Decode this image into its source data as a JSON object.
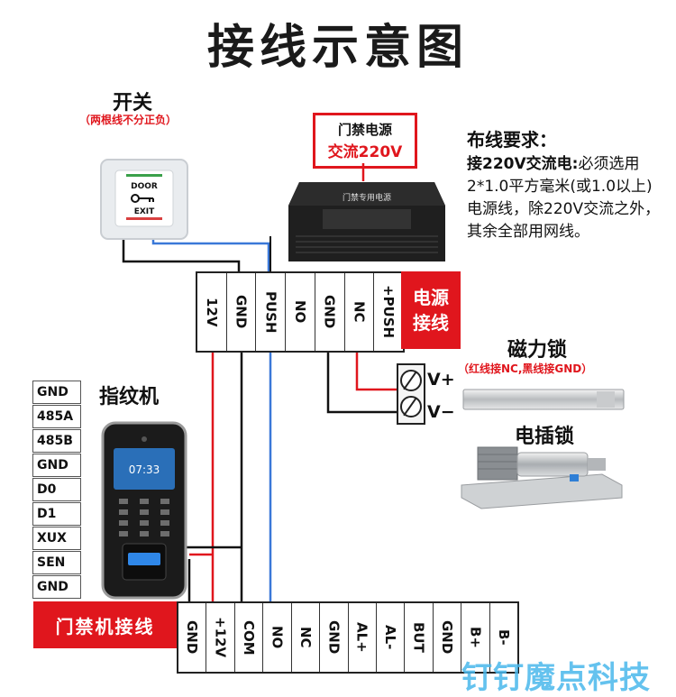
{
  "title": "接线示意图",
  "switch": {
    "label": "开关",
    "note": "（两根线不分正负）",
    "face_top": "DOOR",
    "face_bottom": "EXIT"
  },
  "psu": {
    "box_line1": "门禁电源",
    "box_line2": "交流220V",
    "face_label": "门禁专用电源"
  },
  "requirements": {
    "heading": "布线要求：",
    "bold_prefix": "接220V交流电:",
    "text": "必须选用2*1.0平方毫米(或1.0以上)电源线，除220V交流之外，其余全部用网线。"
  },
  "power_terminal": {
    "pins": [
      "12V",
      "GND",
      "PUSH",
      "NO",
      "GND",
      "NC",
      "+PUSH"
    ],
    "tag_line1": "电源",
    "tag_line2": "接线"
  },
  "fingerprint": {
    "label": "指纹机",
    "pins": [
      "GND",
      "485A",
      "485B",
      "GND",
      "D0",
      "D1",
      "XUX",
      "SEN",
      "GND"
    ],
    "screen_time": "07:33"
  },
  "controller_terminal": {
    "tag": "门禁机接线",
    "pins": [
      "GND",
      "+12V",
      "COM",
      "NO",
      "NC",
      "GND",
      "AL+",
      "AL-",
      "BUT",
      "GND",
      "B+",
      "B-"
    ]
  },
  "magnetic_lock": {
    "label": "磁力锁",
    "note": "（红线接NC,黑线接GND）",
    "v_plus": "V+",
    "v_minus": "V−"
  },
  "electric_bolt": {
    "label": "电插锁"
  },
  "watermark": "钉钉魔点科技",
  "colors": {
    "accent_red": "#e0161d",
    "wire_blue": "#3a78d8",
    "wire_black": "#111111",
    "wire_red": "#e0161d",
    "brand_blue": "#49b8ec"
  }
}
